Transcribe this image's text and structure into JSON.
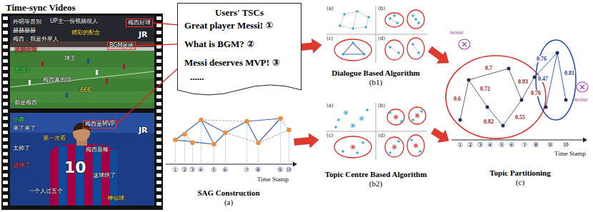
{
  "diagram": {
    "nodes": [
      {
        "text": [
          "Time-sync Videos"
        ]
      },
      {
        "text": [
          "梅西好球"
        ],
        "in": 0
      },
      {
        "text": [
          "BGM是啥"
        ],
        "in": 0
      },
      {
        "text": [
          "梅西是MVP"
        ],
        "in": 0
      },
      {
        "text": [
          "Users' TSCs"
        ]
      },
      {
        "text": [
          "Great player Messi! ①"
        ],
        "in": 4
      },
      {
        "text": [
          "What is BGM? ②"
        ],
        "in": 4
      },
      {
        "text": [
          "Messi deserves MVP! ③"
        ],
        "in": 4
      },
      {
        "text": [
          "SAG Construction",
          "(a)"
        ]
      },
      {
        "text": [
          "Dialogue Based Algorithm",
          "(b1)"
        ]
      },
      {
        "text": [
          "Topic Centre Based Algorithm",
          "(b2)"
        ]
      },
      {
        "text": [
          "Topic Partitioning",
          "(c)"
        ]
      }
    ],
    "edges": [
      {
        "from": 1,
        "to": 5,
        "arrow": "none"
      },
      {
        "from": 2,
        "to": 6,
        "arrow": "none"
      },
      {
        "from": 3,
        "to": 7,
        "arrow": "none"
      },
      {
        "from": 4,
        "to": 9,
        "arrow": "to"
      },
      {
        "from": 8,
        "to": 10,
        "arrow": "to"
      },
      {
        "from": 9,
        "to": 11,
        "arrow": "to"
      },
      {
        "from": 10,
        "to": 11,
        "arrow": "to"
      }
    ],
    "labels": [
      "外唱等喜别",
      "UP主一份视频很人",
      "赫赫赫赫",
      "精彩的配合",
      "梅西：我是外星人",
      "JR",
      "这脚传球",
      "球王",
      "太强了",
      "梅西真的强",
      "666",
      "都是梅西",
      "小蓉",
      "来了来了",
      "JR",
      "第一次看",
      "太帅了",
      "梅西最棒",
      "10",
      "进球了",
      "这球绝了",
      "一个人过五个",
      "神仙球",
      "......",
      "①",
      "②",
      "③",
      "④",
      "⑤",
      "⑥",
      "⑦",
      "⑧",
      "⑨",
      "⑩",
      "Time Stamp",
      "(a)",
      "(b)",
      "(c)",
      "(d)",
      "(a)",
      "(b)",
      "(c)",
      "(d)",
      "noise",
      "noise",
      "0.6",
      "0.72",
      "0.82",
      "0.7",
      "0.93",
      "0.55",
      "0.76",
      "0.76",
      "0.47",
      "0.81",
      "①",
      "②",
      "③",
      "④",
      "⑤",
      "⑥",
      "⑦",
      "⑧",
      "⑨",
      "⑩",
      "Time Stamp"
    ]
  }
}
